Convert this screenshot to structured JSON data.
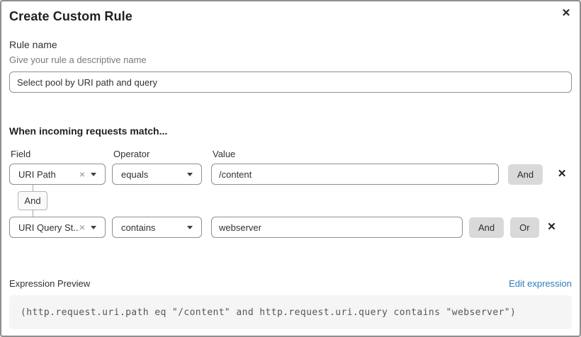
{
  "dialog": {
    "title": "Create Custom Rule"
  },
  "icons": {
    "close": "✕",
    "remove_row": "✕",
    "clear_selection": "×",
    "caret": "caret-down"
  },
  "rule_name": {
    "label": "Rule name",
    "help": "Give your rule a descriptive name",
    "value": "Select pool by URI path and query"
  },
  "match_section": {
    "heading": "When incoming requests match...",
    "columns": {
      "field": "Field",
      "operator": "Operator",
      "value": "Value"
    },
    "connector": "And",
    "rows": [
      {
        "field": "URI Path",
        "operator": "equals",
        "value": "/content",
        "and_label": "And"
      },
      {
        "field": "URI Query St...",
        "operator": "contains",
        "value": "webserver",
        "and_label": "And",
        "or_label": "Or"
      }
    ]
  },
  "expression": {
    "label": "Expression Preview",
    "edit_link": "Edit expression",
    "code": "(http.request.uri.path eq \"/content\" and http.request.uri.query contains \"webserver\")"
  },
  "colors": {
    "link_blue": "#2f7cbf",
    "button_gray": "#d9d9d9",
    "border_gray": "#8f8f8f",
    "code_bg": "#f5f5f5",
    "help_gray": "#797979"
  }
}
